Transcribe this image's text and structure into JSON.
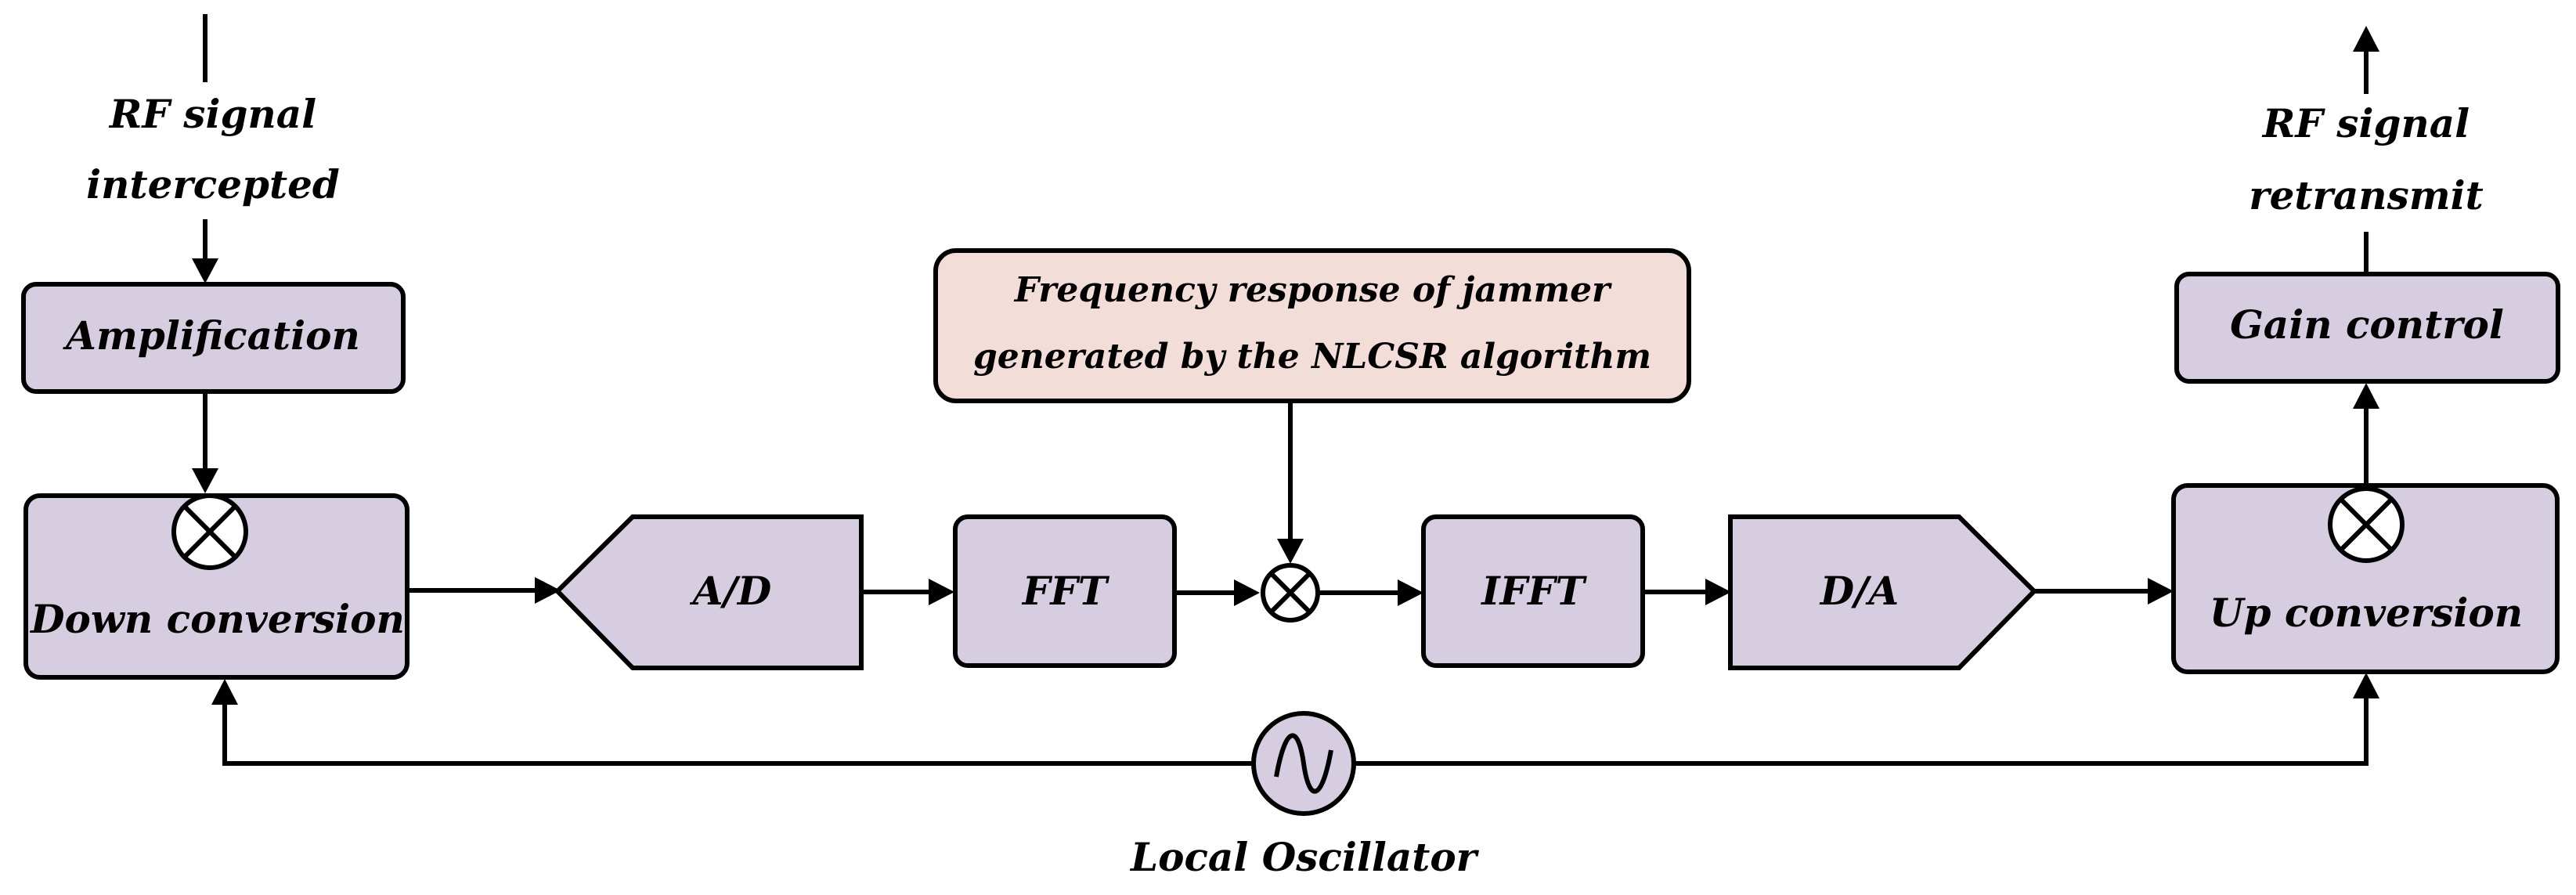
{
  "labels": {
    "rf_in_line1": "RF signal",
    "rf_in_line2": "intercepted",
    "amplification": "Amplification",
    "down_conversion": "Down conversion",
    "ad": "A/D",
    "fft": "FFT",
    "freq_response_line1": "Frequency response of jammer",
    "freq_response_line2": "generated by the NLCSR algorithm",
    "ifft": "IFFT",
    "da": "D/A",
    "up_conversion": "Up conversion",
    "gain_control": "Gain control",
    "rf_out_line1": "RF signal",
    "rf_out_line2": "retransmit",
    "local_oscillator": "Local Oscillator"
  },
  "colors": {
    "block_fill": "#d6cde0",
    "note_fill": "#f3ddd9",
    "stroke": "#000000"
  }
}
